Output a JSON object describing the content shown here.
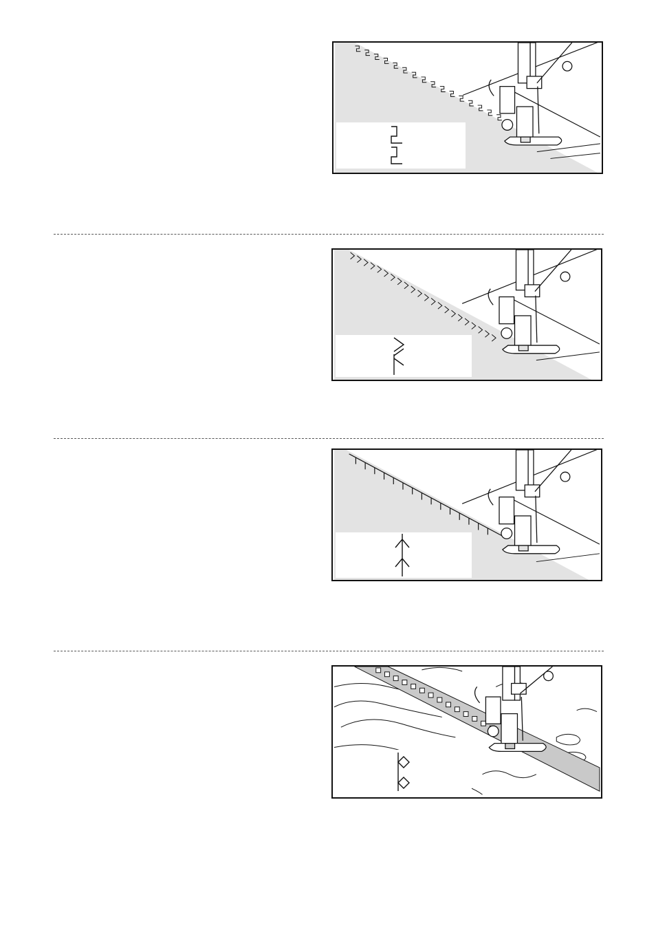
{
  "page": {
    "background": "#ffffff",
    "fabric_color": "#e3e3e3",
    "tape_color": "#c9c9c9",
    "line_color": "#111111"
  },
  "panels": [
    {
      "id": "panel-1",
      "stitch": "greek-key-stitch",
      "fabric": "plain-edge"
    },
    {
      "id": "panel-2",
      "stitch": "zigzag-chevron-stitch",
      "fabric": "plain-edge"
    },
    {
      "id": "panel-3",
      "stitch": "feather-stitch",
      "fabric": "plain-edge"
    },
    {
      "id": "panel-4",
      "stitch": "diamond-stitch",
      "fabric": "gathered-tape"
    }
  ]
}
